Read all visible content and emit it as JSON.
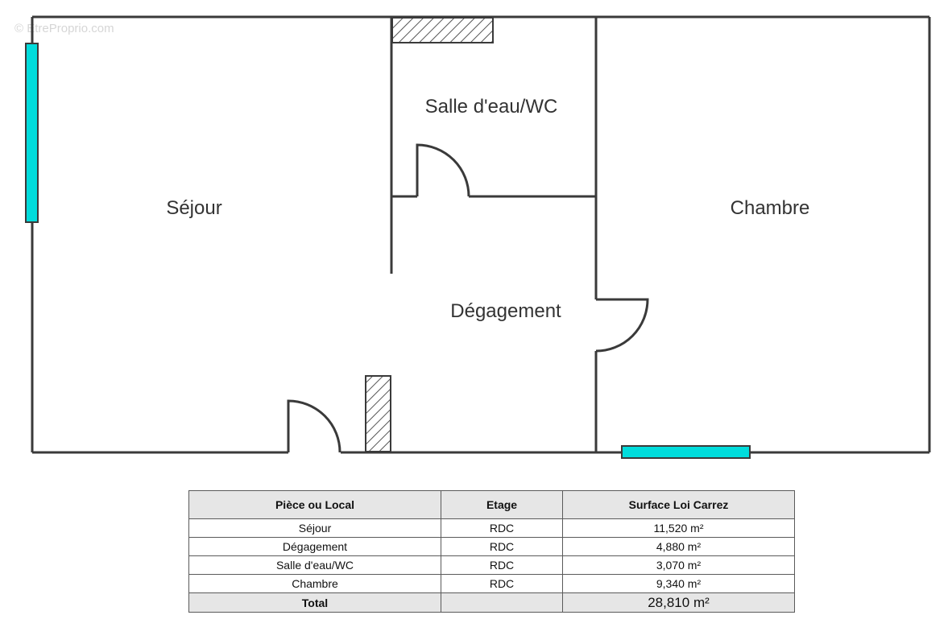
{
  "watermark": "© EtreProprio.com",
  "rooms": {
    "sejour": "Séjour",
    "salle_eau": "Salle d'eau/WC",
    "degagement": "Dégagement",
    "chambre": "Chambre"
  },
  "table": {
    "headers": [
      "Pièce ou Local",
      "Etage",
      "Surface Loi Carrez"
    ],
    "rows": [
      {
        "piece": "Séjour",
        "etage": "RDC",
        "surface": "11,520 m²"
      },
      {
        "piece": "Dégagement",
        "etage": "RDC",
        "surface": "4,880 m²"
      },
      {
        "piece": "Salle d'eau/WC",
        "etage": "RDC",
        "surface": "3,070 m²"
      },
      {
        "piece": "Chambre",
        "etage": "RDC",
        "surface": "9,340 m²"
      }
    ],
    "total": {
      "label": "Total",
      "etage": "",
      "surface": "28,810 m²"
    }
  },
  "colors": {
    "wall": "#3a3a3a",
    "window": "#00dcdc",
    "hatch": "#555555"
  }
}
